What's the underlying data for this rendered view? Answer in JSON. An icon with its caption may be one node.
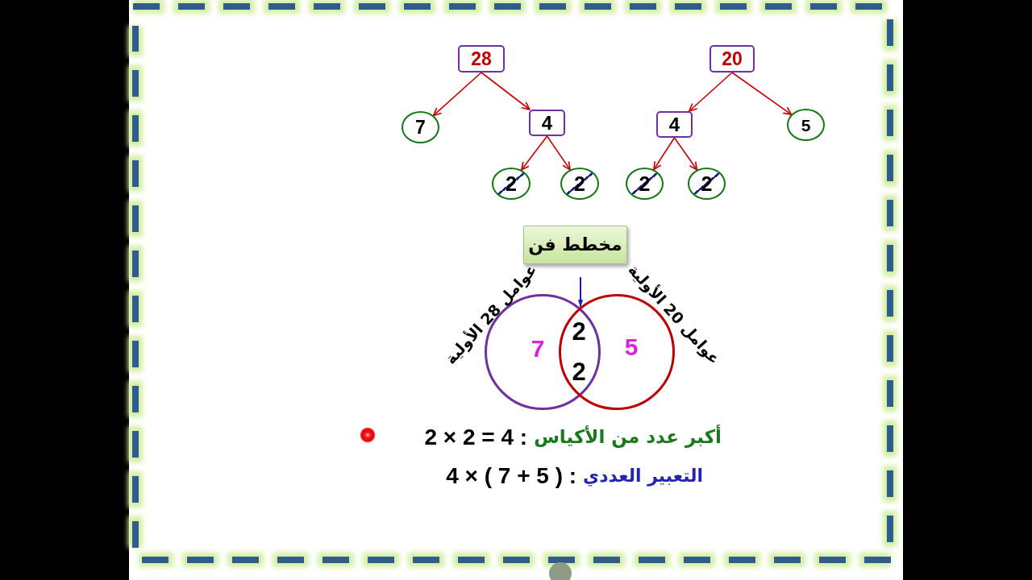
{
  "diagram": {
    "nodes": [
      {
        "text": [
          "28"
        ]
      },
      {
        "text": [
          "7"
        ]
      },
      {
        "text": [
          "4"
        ]
      },
      {
        "text": [
          "2"
        ]
      },
      {
        "text": [
          "2"
        ]
      },
      {
        "text": [
          "20"
        ]
      },
      {
        "text": [
          "4"
        ]
      },
      {
        "text": [
          "5"
        ]
      },
      {
        "text": [
          "2"
        ]
      },
      {
        "text": [
          "2"
        ]
      },
      {
        "text": [
          "مخطط فن"
        ]
      },
      {
        "text": [
          "عوامل 28 الأولية",
          "7"
        ]
      },
      {
        "text": [
          "عوامل 20 الأولية",
          "5"
        ]
      }
    ],
    "edges": [
      {
        "from": 0,
        "to": 1,
        "arrow": "to"
      },
      {
        "from": 0,
        "to": 2,
        "arrow": "to"
      },
      {
        "from": 2,
        "to": 3,
        "arrow": "to"
      },
      {
        "from": 2,
        "to": 4,
        "arrow": "to"
      },
      {
        "from": 5,
        "to": 6,
        "arrow": "to"
      },
      {
        "from": 5,
        "to": 7,
        "arrow": "to"
      },
      {
        "from": 6,
        "to": 8,
        "arrow": "to"
      },
      {
        "from": 6,
        "to": 9,
        "arrow": "to"
      },
      {
        "from": null,
        "to": 12,
        "arrow": "to",
        "color": "#1a1acc"
      }
    ],
    "labels": [
      "2",
      "2",
      "أكبر عدد من الأكياس",
      ": 4 = 2 × 2",
      "التعبير العددي",
      ": ( 5 + 7 ) × 4"
    ]
  }
}
